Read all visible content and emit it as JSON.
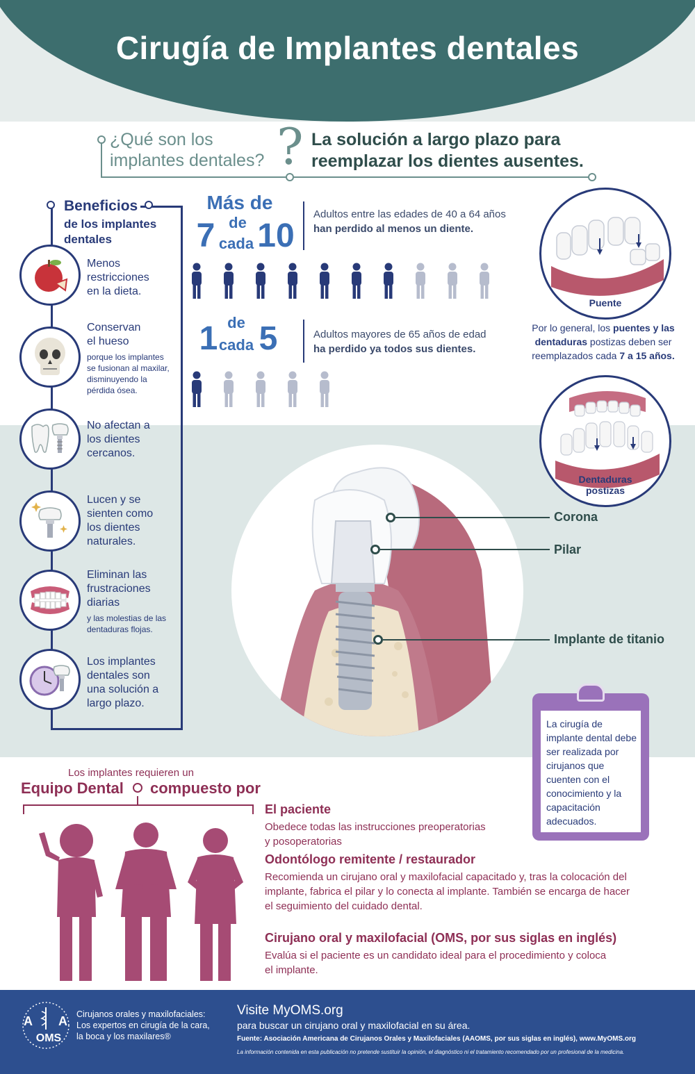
{
  "title": "Cirugía de Implantes dentales",
  "question": {
    "left_line1": "¿Qué son los",
    "left_line2": "implantes dentales?",
    "right_line1": "La solución a largo plazo para",
    "right_line2": "reemplazar los dientes ausentes."
  },
  "benefits": {
    "title": "Beneficios",
    "subtitle_line1": "de los implantes",
    "subtitle_line2": "dentales",
    "items": [
      {
        "icon": "apple-icon",
        "line1": "Menos",
        "line2": "restricciones",
        "line3": "en la dieta.",
        "small": ""
      },
      {
        "icon": "skull-icon",
        "line1": "Conservan",
        "line2": "el hueso",
        "line3": "",
        "small": "porque los implantes se fusionan al maxilar, disminuyendo la pérdida ósea."
      },
      {
        "icon": "teeth-icon",
        "line1": "No afectan a",
        "line2": "los dientes",
        "line3": "cercanos.",
        "small": ""
      },
      {
        "icon": "sparkle-tooth-icon",
        "line1": "Lucen y se",
        "line2": "sienten como",
        "line3": "los dientes",
        "line4": "naturales.",
        "small": ""
      },
      {
        "icon": "dentures-icon",
        "line1": "Eliminan las",
        "line2": "frustraciones",
        "line3": "diarias",
        "small": "y las molestias de las dentaduras flojas."
      },
      {
        "icon": "clock-tooth-icon",
        "line1": "Los implantes",
        "line2": "dentales son",
        "line3": "una solución a",
        "line4": "largo plazo.",
        "small": ""
      }
    ]
  },
  "stats": {
    "s1": {
      "mas_de": "Más de",
      "num": "7",
      "de": "de",
      "cada": "cada",
      "den": "10",
      "desc1": "Adultos entre las edades de 40 a 64 años",
      "desc2": "han perdido al menos un diente.",
      "filled": 7,
      "total": 10
    },
    "s2": {
      "num": "1",
      "de": "de",
      "cada": "cada",
      "den": "5",
      "desc1": "Adultos mayores de 65 años de edad",
      "desc2": "ha perdido ya todos sus dientes.",
      "filled": 1,
      "total": 5
    }
  },
  "right": {
    "puente_label": "Puente",
    "text_pre": "Por lo general, los ",
    "text_bold1": "puentes y las dentaduras",
    "text_mid": " postizas deben ser reemplazados cada ",
    "text_bold2": "7 a 15 años.",
    "dentaduras_label1": "Dentaduras",
    "dentaduras_label2": "postizas"
  },
  "implant": {
    "corona": "Corona",
    "pilar": "Pilar",
    "implante": "Implante de titanio"
  },
  "clipboard": {
    "text": "La cirugía de implante dental debe ser realizada por cirujanos que cuenten con el conocimiento y la capacitación adecuados."
  },
  "team": {
    "top": "Los implantes requieren un",
    "title_left": "Equipo Dental",
    "title_right": "compuesto por",
    "roles": [
      {
        "title": "El paciente",
        "desc1": "Obedece todas las instrucciones preoperatorias",
        "desc2": "y posoperatorias",
        "desc3": ""
      },
      {
        "title": "Odontólogo remitente / restaurador",
        "desc1": "Recomienda un cirujano oral y maxilofacial capacitado y, tras la colocación del",
        "desc2": "implante, fabrica el pilar y lo conecta al implante. También se encarga de hacer",
        "desc3": "el seguimiento del cuidado dental."
      },
      {
        "title": "Cirujano oral y maxilofacial (OMS, por sus siglas en inglés)",
        "desc1": "Evalúa si el paciente es un candidato ideal para el procedimiento y coloca",
        "desc2": "el implante.",
        "desc3": ""
      }
    ]
  },
  "footer": {
    "logo_a1": "A",
    "logo_a2": "A",
    "logo_oms": "OMS",
    "org1": "Cirujanos orales y maxilofaciales:",
    "org2": "Los expertos en cirugía de la cara,",
    "org3": "la boca y los maxilares®",
    "visit": "Visite MyOMS.org",
    "find": "para buscar un cirujano oral y maxilofacial en su área.",
    "source": "Fuente: Asociación Americana de Cirujanos Orales y Maxilofaciales (AAOMS, por sus siglas en inglés), www.MyOMS.org",
    "disclaimer": "La información contenida en esta publicación no pretende sustituir la opinión, el diagnóstico ni el tratamiento recomendado por un profesional de la medicina."
  },
  "colors": {
    "navy": "#283a78",
    "teal": "#3d6e6e",
    "accent_blue": "#3b6fb5",
    "person_light": "#b6bccd",
    "magenta": "#8e2f55",
    "purple": "#9a72ba",
    "footer_blue": "#2d4f8f"
  }
}
